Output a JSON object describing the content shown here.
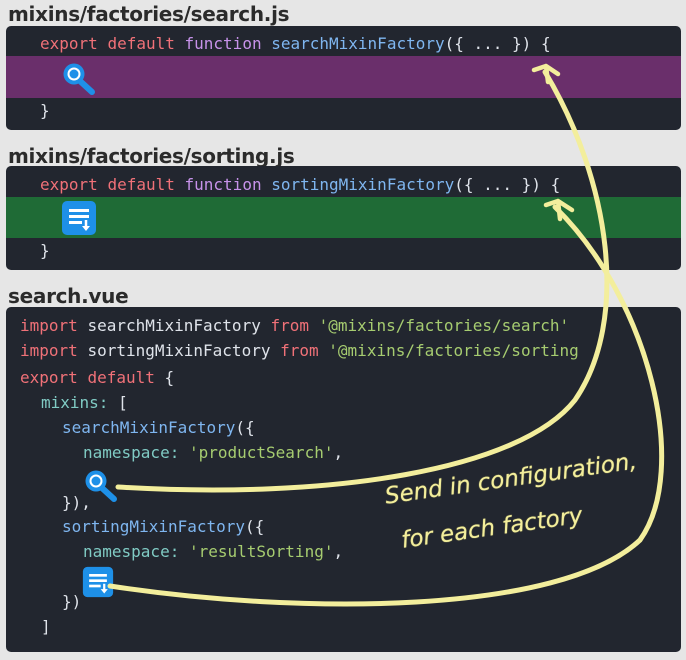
{
  "files": {
    "search": {
      "title": "mixins/factories/search.js",
      "kw1": "export",
      "kw2": "default",
      "fn": "function",
      "name": "searchMixinFactory",
      "args": "({ ... }) {",
      "close": "}",
      "band_color": "#6a2f6b",
      "icon": "search-icon"
    },
    "sorting": {
      "title": "mixins/factories/sorting.js",
      "kw1": "export",
      "kw2": "default",
      "fn": "function",
      "name": "sortingMixinFactory",
      "args": "({ ... }) {",
      "close": "}",
      "band_color": "#1f6b36",
      "icon": "sort-list-icon"
    },
    "vue": {
      "title": "search.vue",
      "import1_kw": "import",
      "import1_name": "searchMixinFactory",
      "import1_from": "from",
      "import1_path": "'@mixins/factories/search'",
      "import2_kw": "import",
      "import2_name": "sortingMixinFactory",
      "import2_from": "from",
      "import2_path": "'@mixins/factories/sorting",
      "export_kw": "export",
      "default_kw": "default",
      "open_brace": "{",
      "mixins_key": "mixins:",
      "mixins_open": "[",
      "call1_name": "searchMixinFactory",
      "call1_open": "({",
      "ns1_key": "namespace:",
      "ns1_val": "'productSearch'",
      "ns1_comma": ",",
      "call1_close": "}),",
      "call2_name": "sortingMixinFactory",
      "call2_open": "({",
      "ns2_key": "namespace:",
      "ns2_val": "'resultSorting'",
      "ns2_comma": ",",
      "call2_close": "})",
      "mixins_close": "]"
    }
  },
  "annotation": {
    "line1": "Send in configuration,",
    "line2": "for each factory",
    "color": "#f3ee9c"
  },
  "colors": {
    "background": "#e6e6e6",
    "panel": "#22262f",
    "keyword": "#f07178",
    "function_kw": "#c792ea",
    "identifier": "#7fb6f0",
    "string": "#a6cc70",
    "property": "#80cbc4",
    "icon_blue": "#1e90e8"
  }
}
